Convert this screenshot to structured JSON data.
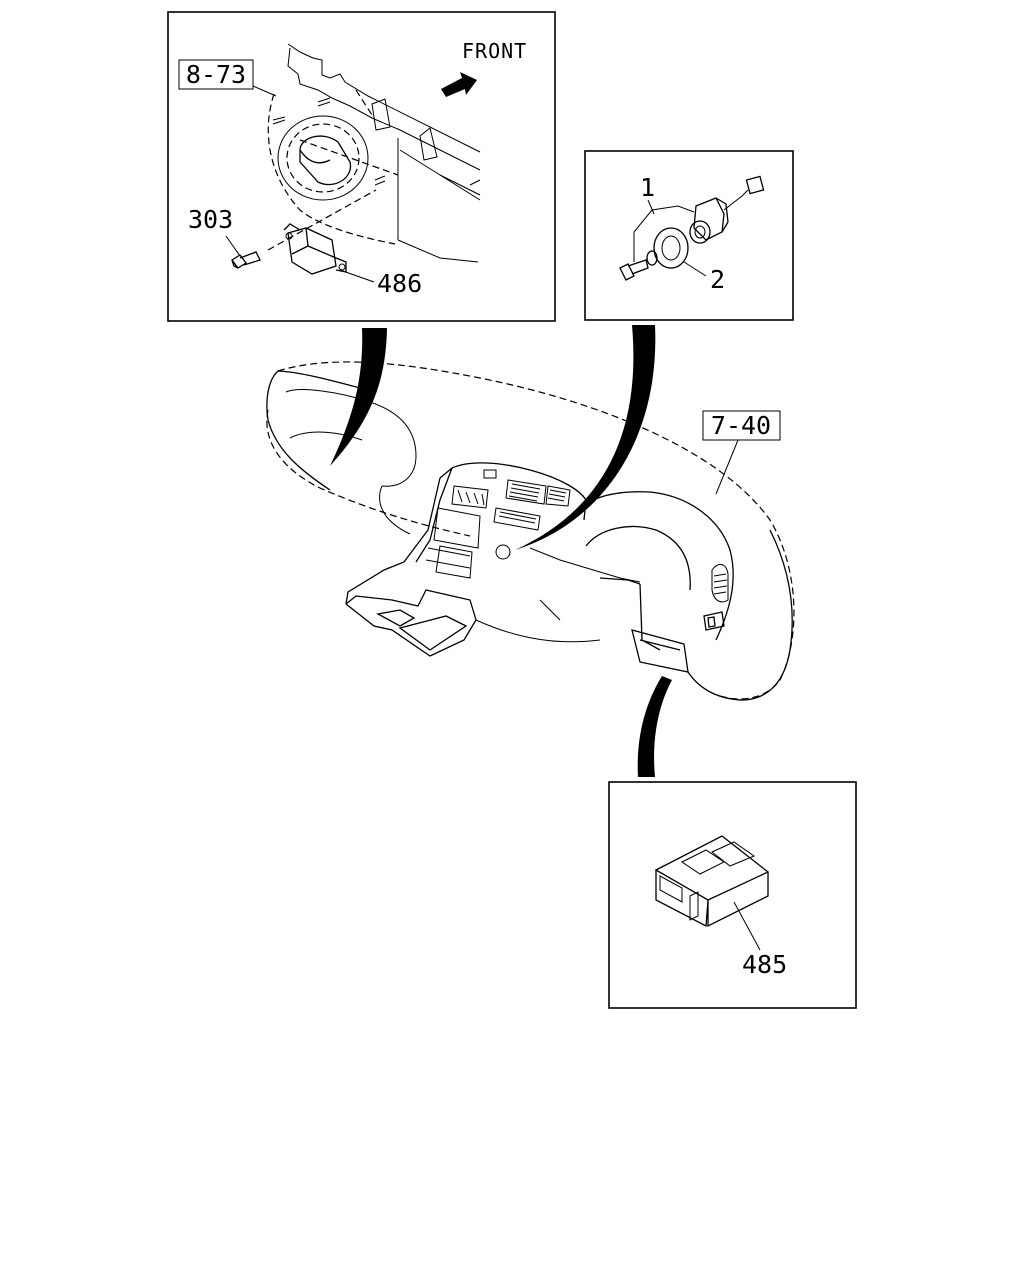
{
  "labels": {
    "front": "FRONT",
    "ref_top": "8-73",
    "ref_right": "7-40",
    "part_303": "303",
    "part_486": "486",
    "part_1": "1",
    "part_2": "2",
    "part_485": "485"
  },
  "colors": {
    "line": "#000000",
    "background": "#ffffff"
  },
  "icons": {
    "front_arrow": "arrow-icon"
  }
}
